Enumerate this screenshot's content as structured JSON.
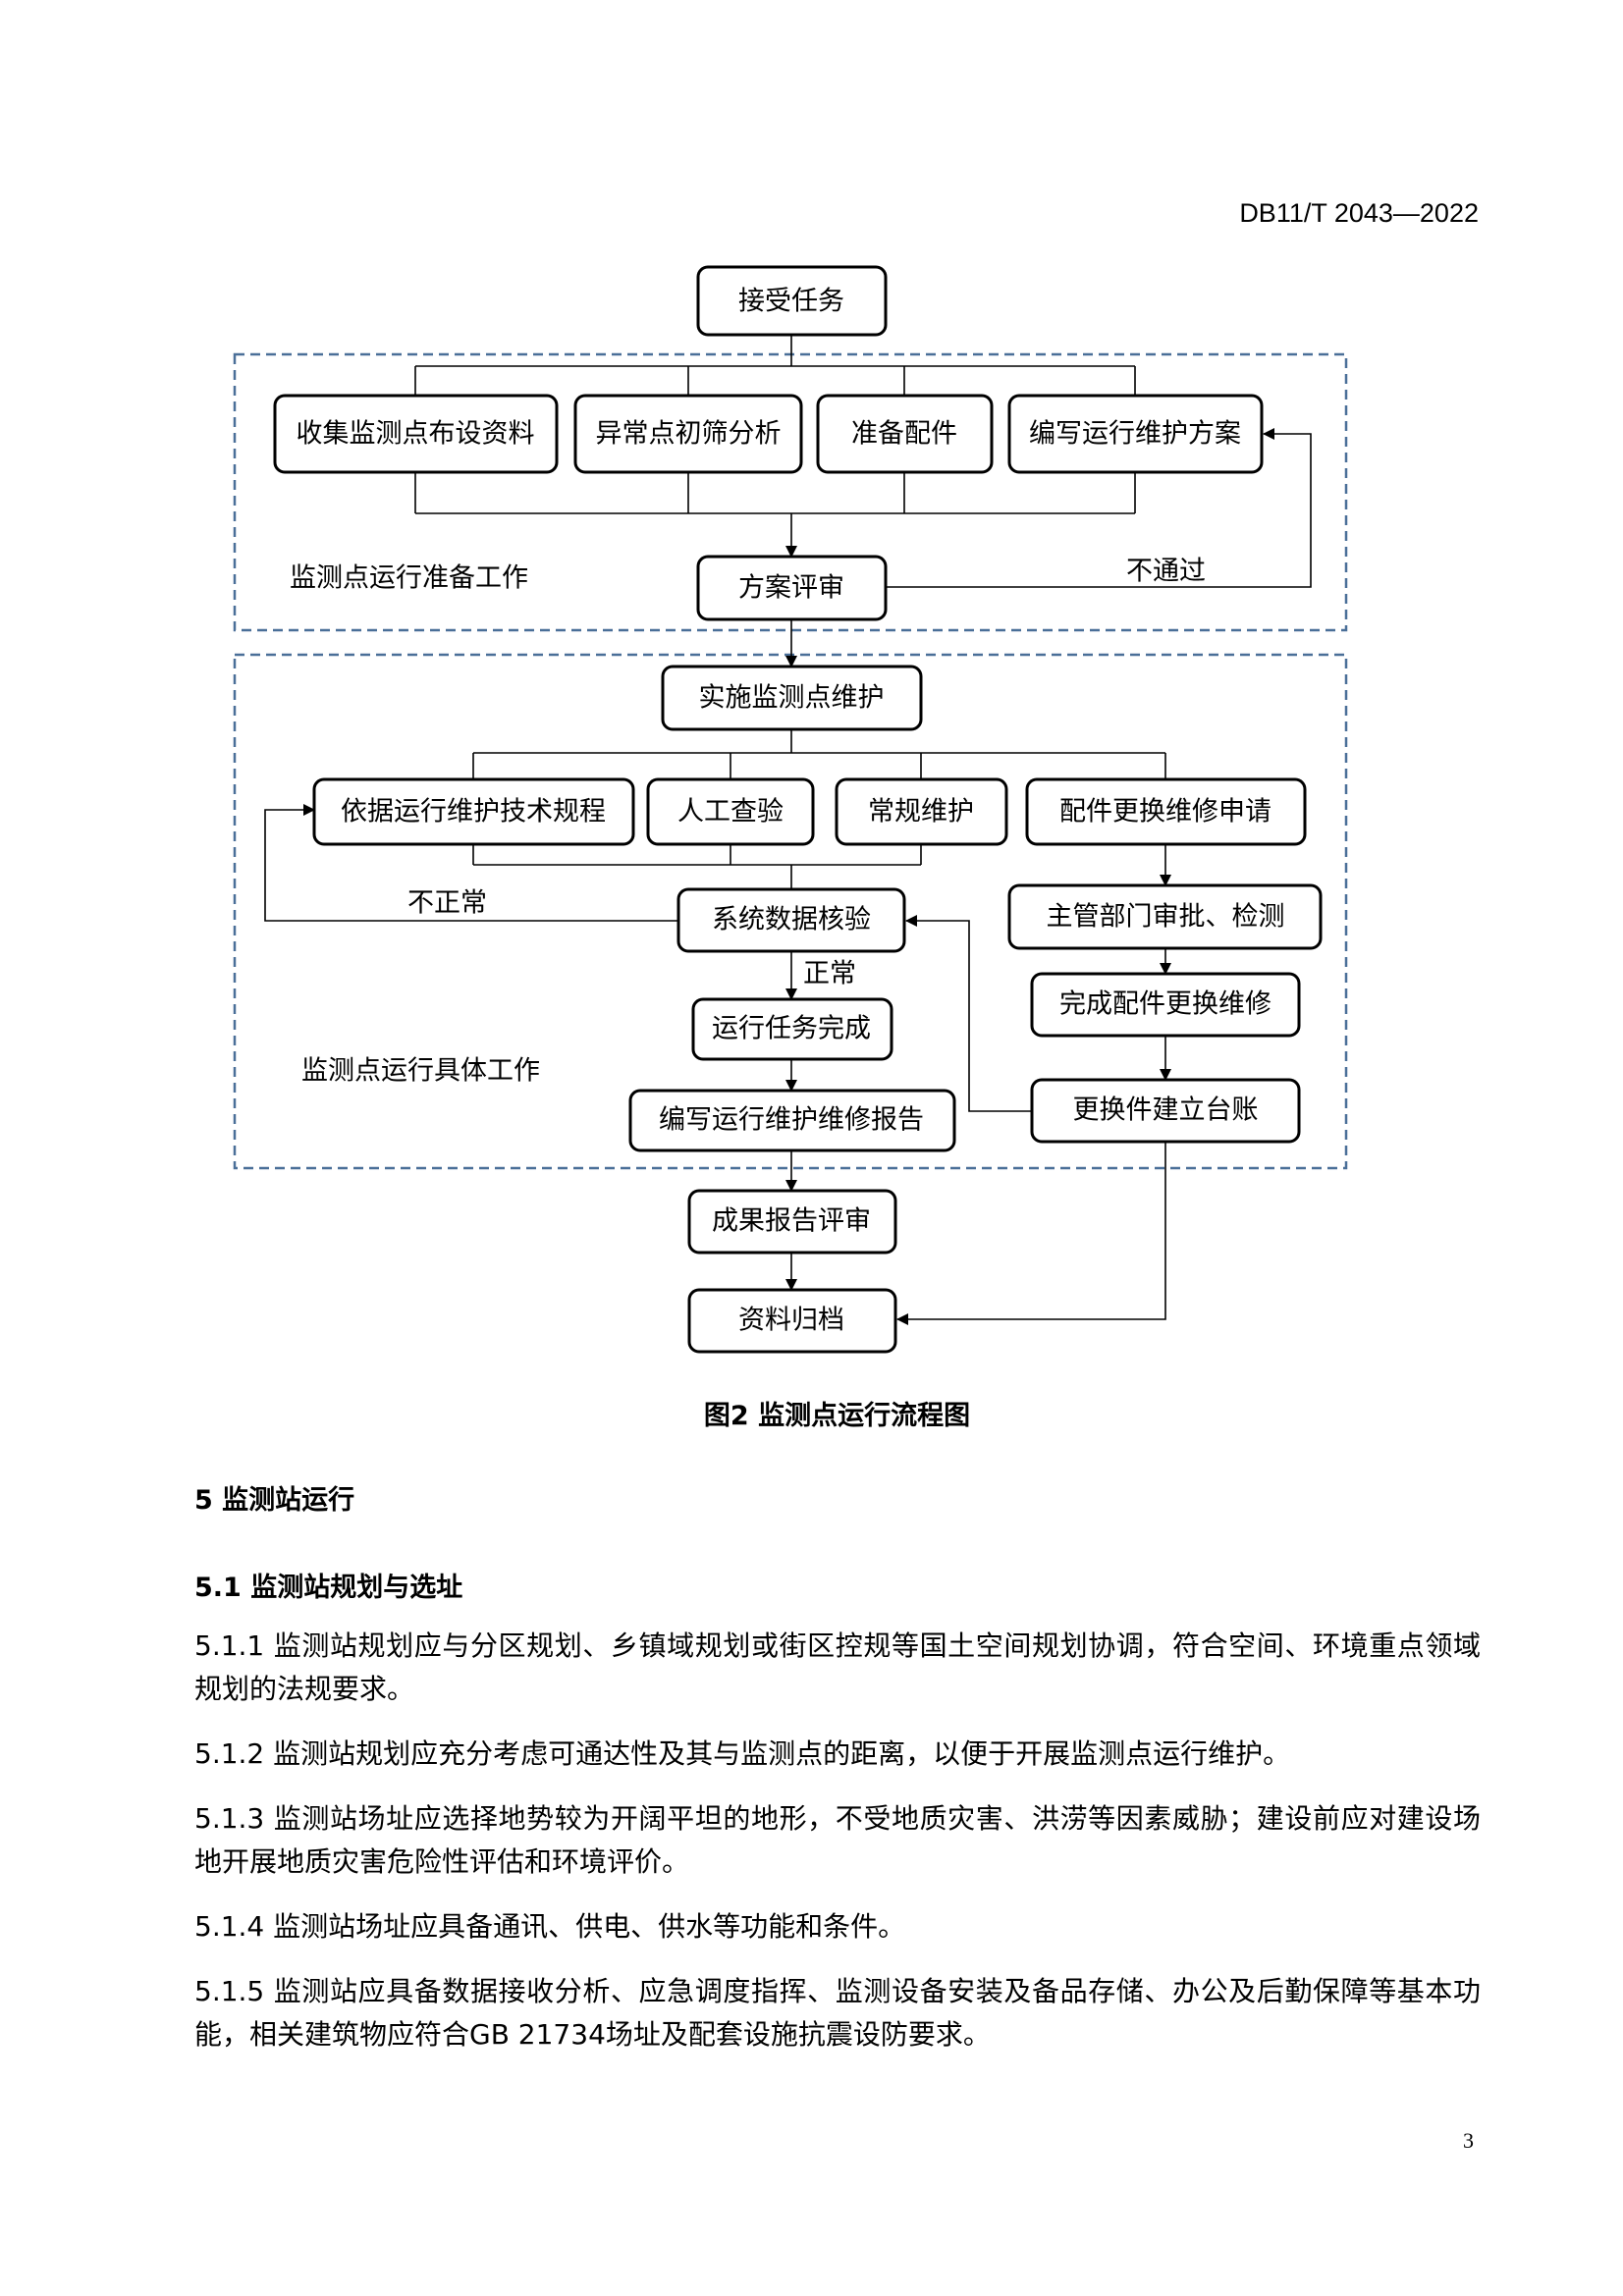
{
  "header": {
    "doc_code": "DB11/T 2043—2022"
  },
  "flowchart": {
    "start": "接受任务",
    "prep_group_label": "监测点运行准备工作",
    "prep_steps": [
      "收集监测点布设资料",
      "异常点初筛分析",
      "准备配件",
      "编写运行维护方案"
    ],
    "review": "方案评审",
    "fail_label": "不通过",
    "implement": "实施监测点维护",
    "work_group_label": "监测点运行具体工作",
    "work_steps": [
      "依据运行维护技术规程",
      "人工查验",
      "常规维护",
      "配件更换维修申请"
    ],
    "verify": "系统数据核验",
    "abnormal_label": "不正常",
    "normal_label": "正常",
    "task_done": "运行任务完成",
    "write_report": "编写运行维护维修报告",
    "approve": "主管部门审批、检测",
    "replace_done": "完成配件更换维修",
    "ledger": "更换件建立台账",
    "result_review": "成果报告评审",
    "archive": "资料归档"
  },
  "caption": "图2  监测点运行流程图",
  "section": {
    "title": "5  监测站运行",
    "subsection": "5.1  监测站规划与选址",
    "paragraphs": [
      "5.1.1  监测站规划应与分区规划、乡镇域规划或街区控规等国土空间规划协调，符合空间、环境重点领域规划的法规要求。",
      "5.1.2  监测站规划应充分考虑可通达性及其与监测点的距离，以便于开展监测点运行维护。",
      "5.1.3  监测站场址应选择地势较为开阔平坦的地形，不受地质灾害、洪涝等因素威胁；建设前应对建设场地开展地质灾害危险性评估和环境评价。",
      "5.1.4  监测站场址应具备通讯、供电、供水等功能和条件。",
      "5.1.5  监测站应具备数据接收分析、应急调度指挥、监测设备安装及备品存储、办公及后勤保障等基本功能，相关建筑物应符合GB 21734场址及配套设施抗震设防要求。"
    ]
  },
  "page_number": "3",
  "colors": {
    "group_border": "#4a6f98"
  }
}
